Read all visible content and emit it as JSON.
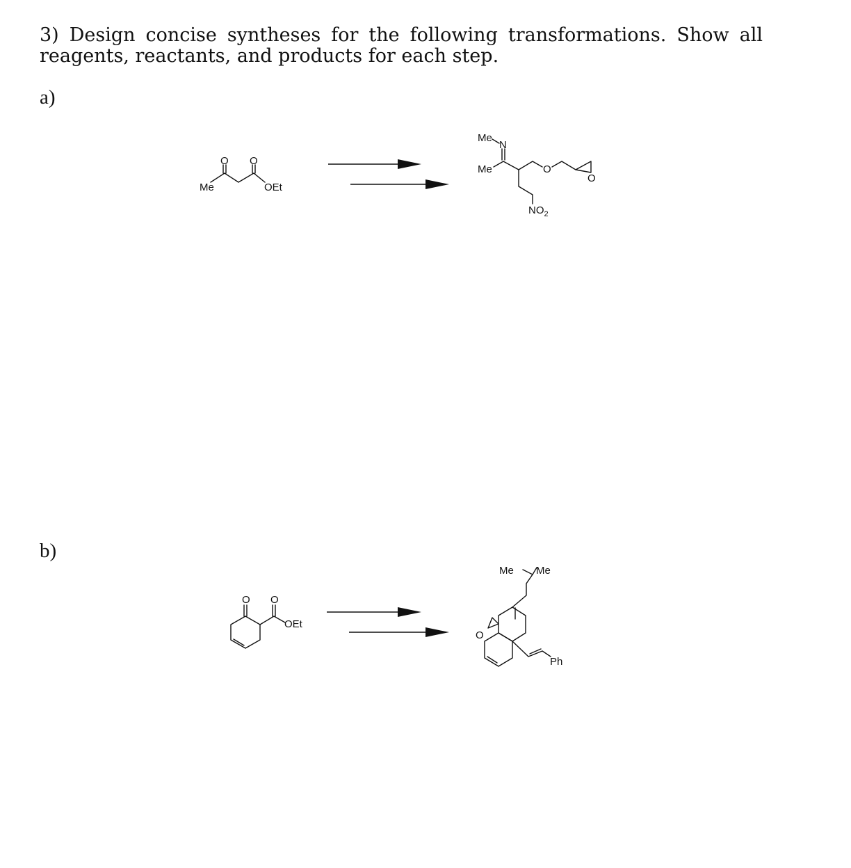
{
  "question": {
    "text": "3) Design concise syntheses for the following transformations. Show all reagents, reactants, and products for each step."
  },
  "part_a": {
    "label": "a)",
    "start_material": {
      "left_group": "Me",
      "carbonyl_1": "O",
      "carbonyl_2": "O",
      "ester_group": "OEt"
    },
    "product": {
      "n_methyl": "Me",
      "nitrogen": "N",
      "c_methyl": "Me",
      "ether_oxygen": "O",
      "epoxide_oxygen": "O",
      "nitro_group": "NO",
      "nitro_subscript": "2"
    }
  },
  "part_b": {
    "label": "b)",
    "start_material": {
      "carbonyl_1": "O",
      "carbonyl_2": "O",
      "ester_group": "OEt"
    },
    "product": {
      "methyl_left": "Me",
      "methyl_right": "Me",
      "epoxide_oxygen": "O",
      "phenyl": "Ph"
    }
  }
}
